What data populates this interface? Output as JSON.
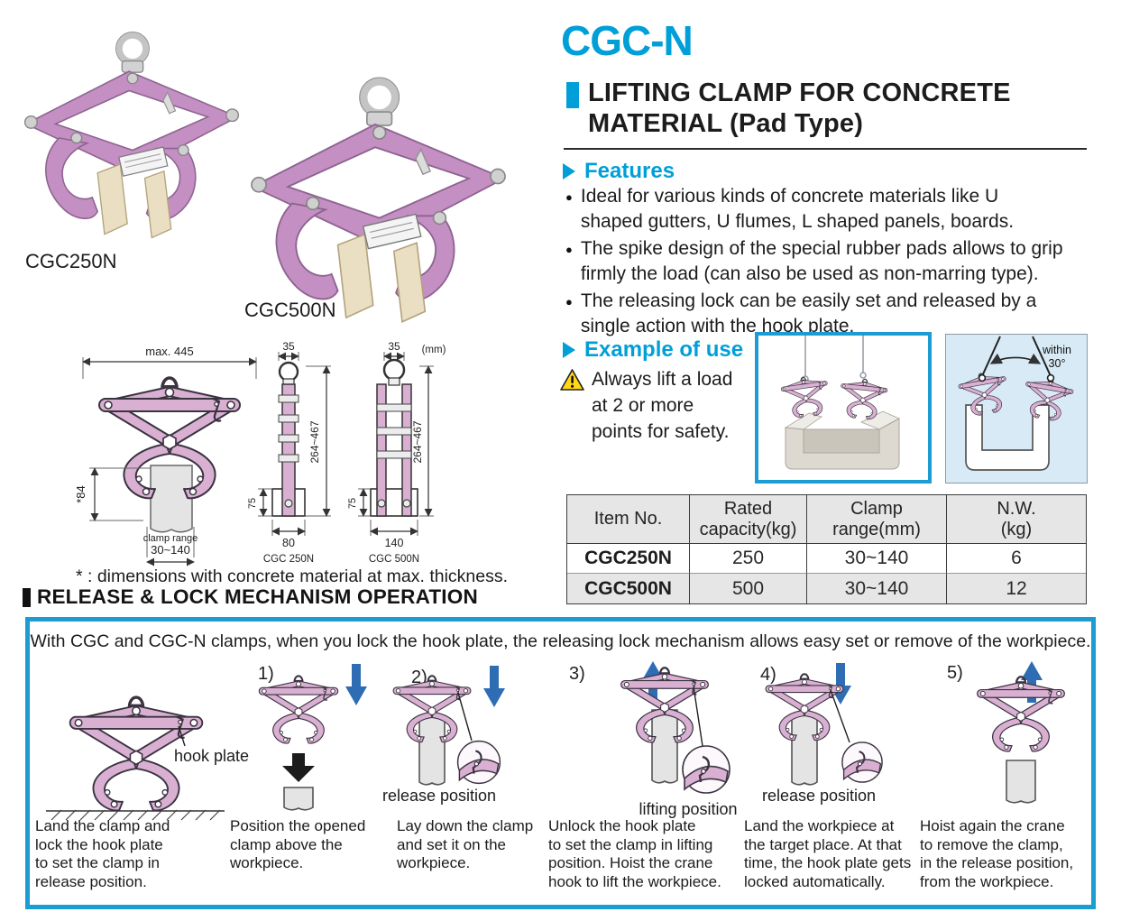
{
  "page": {
    "brand_model": "CGC-N",
    "subtitle": "LIFTING CLAMP FOR CONCRETE\nMATERIAL (Pad Type)"
  },
  "photos": {
    "label_1": "CGC250N",
    "label_2": "CGC500N"
  },
  "features": {
    "heading": "Features",
    "items": [
      "Ideal for various kinds of concrete materials like U\nshaped gutters, U flumes, L shaped panels, boards.",
      "The spike design of the special rubber pads allows to grip\nfirmly the load (can also be used as non-marring type).",
      "The releasing lock can be easily set and released by a\nsingle action with the hook plate."
    ]
  },
  "example": {
    "heading": "Example of use",
    "warning": "Always lift a load\nat 2 or more\npoints for safety.",
    "angle_note": "within\n30°"
  },
  "drawing": {
    "max_width": "max. 445",
    "star84": "*84",
    "clamp_range_line1": "clamp range",
    "clamp_range_line2": "30~140",
    "dim_35_a": "35",
    "dim_35_b": "35",
    "unit": "(mm)",
    "height_a": "264~467",
    "height_b": "264~467",
    "dim75_a": "75",
    "dim75_b": "75",
    "dim80": "80",
    "dim140": "140",
    "model_a": "CGC 250N",
    "model_b": "CGC 500N",
    "note": "* : dimensions with concrete material at max. thickness."
  },
  "spec_table": {
    "headers": [
      "Item No.",
      "Rated\ncapacity(kg)",
      "Clamp\nrange(mm)",
      "N.W.\n(kg)"
    ],
    "rows": [
      [
        "CGC250N",
        "250",
        "30~140",
        "6"
      ],
      [
        "CGC500N",
        "500",
        "30~140",
        "12"
      ]
    ]
  },
  "operation": {
    "heading": "RELEASE & LOCK MECHANISM OPERATION",
    "intro": "With CGC and CGC-N clamps, when you lock the hook plate, the releasing lock mechanism allows easy set or remove of the workpiece.",
    "steps": [
      {
        "num": "",
        "arrow": "",
        "label": "hook plate",
        "caption": "Land the clamp and\nlock the hook plate\nto set the clamp in\nrelease position."
      },
      {
        "num": "1)",
        "arrow": "down",
        "label": "",
        "caption": "Position the opened\nclamp above the\nworkpiece."
      },
      {
        "num": "2)",
        "arrow": "down",
        "label": "release position",
        "caption": "Lay down the clamp\nand set it on the\nworkpiece."
      },
      {
        "num": "3)",
        "arrow": "up",
        "label": "lifting position",
        "caption": "Unlock the hook plate\nto set the clamp in lifting\nposition. Hoist the crane\nhook to lift the workpiece."
      },
      {
        "num": "4)",
        "arrow": "down",
        "label": "release position",
        "caption": "Land the workpiece at\nthe target place. At that\ntime, the hook plate gets\nlocked automatically."
      },
      {
        "num": "5)",
        "arrow": "up",
        "label": "",
        "caption": "Hoist again the crane\nto remove the clamp,\nin the release position,\nfrom the workpiece."
      }
    ]
  },
  "colors": {
    "accent_cyan": "#009fd8",
    "box_border": "#1b9cd3",
    "arrow_blue": "#2e6db4",
    "clamp_pink_photo": "#c48fc2",
    "clamp_pink_drawing": "#d9b0d2",
    "panel_blue": "#d7eaf6",
    "table_gray": "#e6e6e6"
  }
}
